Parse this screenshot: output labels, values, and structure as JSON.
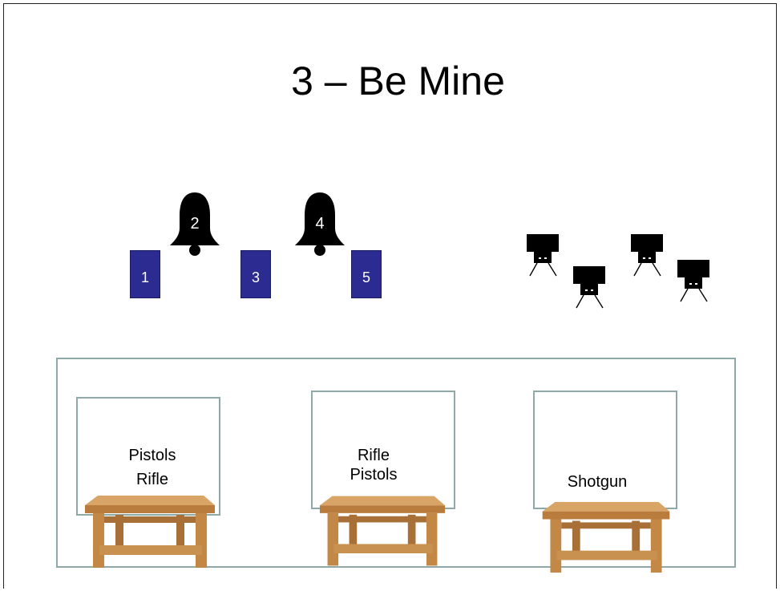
{
  "title": "3 – Be Mine",
  "targets": [
    {
      "label": "1"
    },
    {
      "label": "3"
    },
    {
      "label": "5"
    }
  ],
  "bells": [
    {
      "label": "2"
    },
    {
      "label": "4"
    }
  ],
  "stations": [
    {
      "line1": "Pistols",
      "line2": "Rifle"
    },
    {
      "line1": "Rifle",
      "line2": "Pistols"
    },
    {
      "line1": "Shotgun",
      "line2": ""
    }
  ],
  "colors": {
    "target_fill": "#2b2b92",
    "outline": "#8fa8a8",
    "wood": "#c8914f"
  }
}
